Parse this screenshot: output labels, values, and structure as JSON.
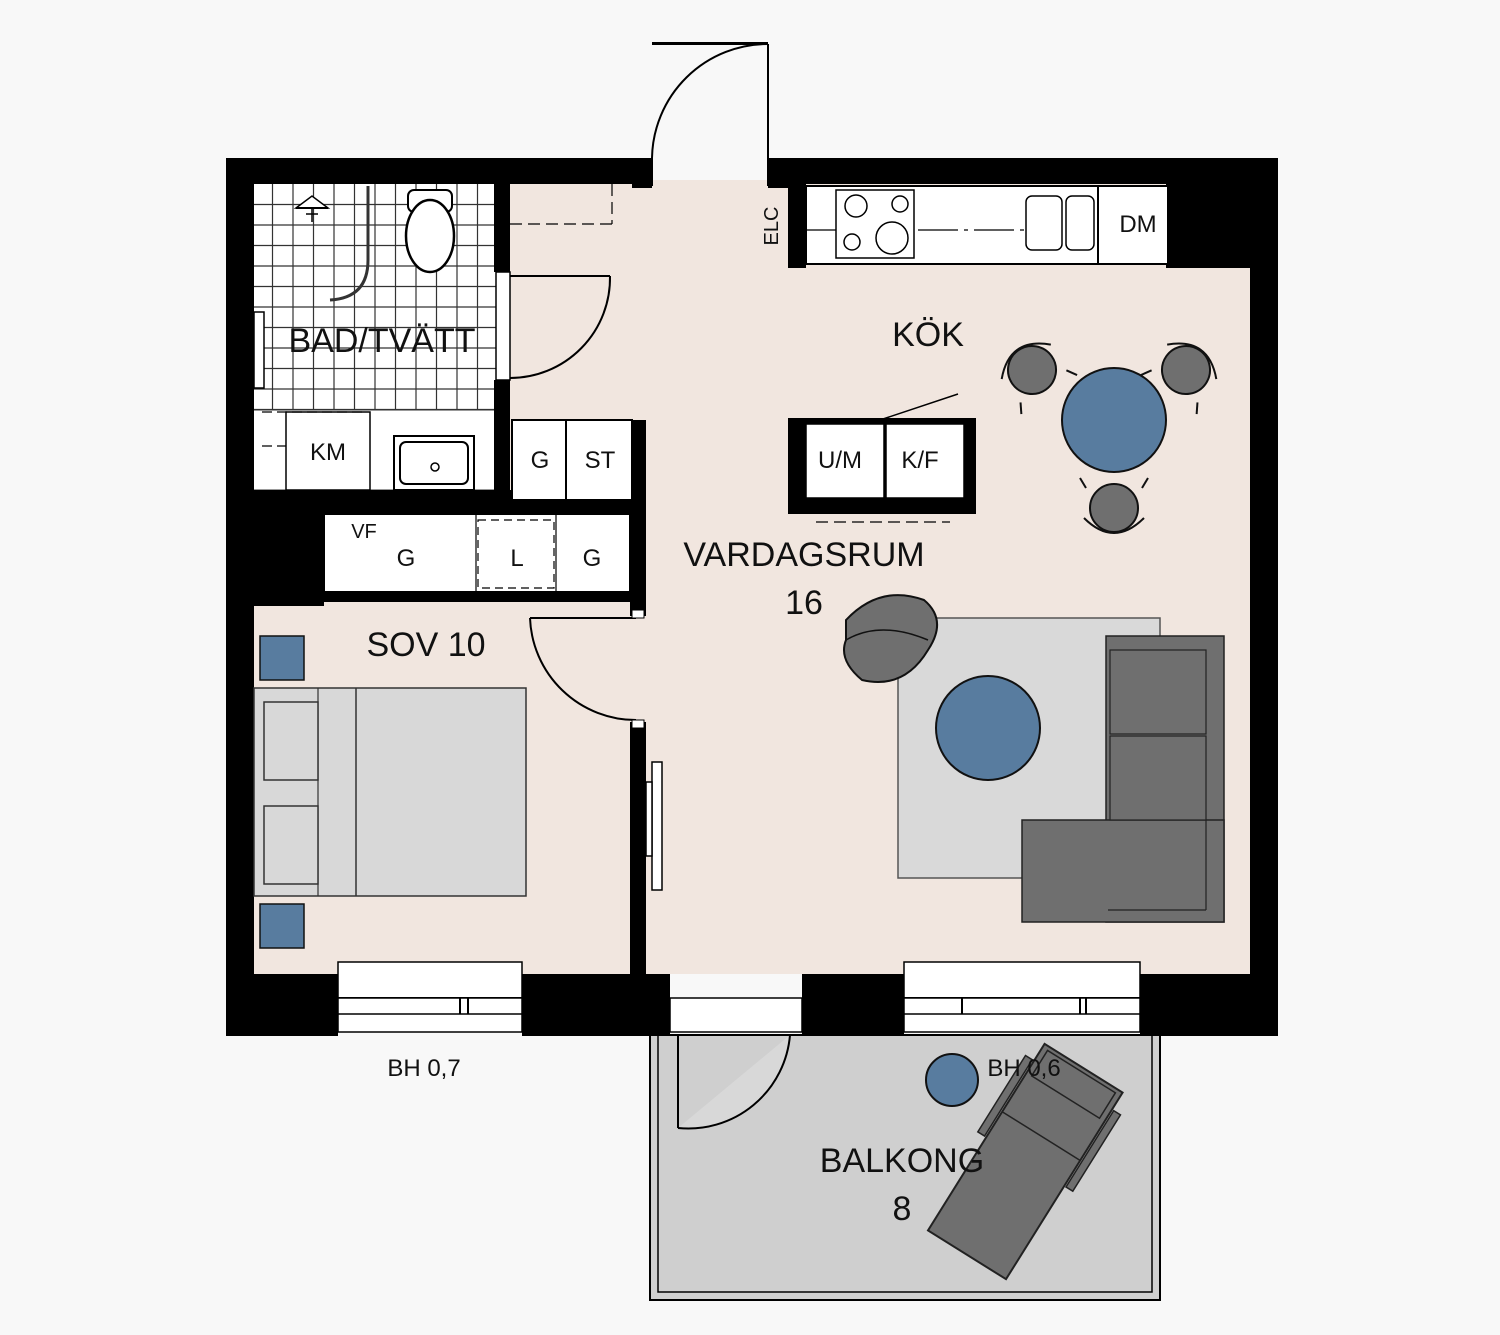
{
  "rooms": {
    "bath": "BAD/TVÄTT",
    "kitchen": "KÖK",
    "living": "VARDAGSRUM",
    "living_area": "16",
    "bedroom": "SOV 10",
    "balcony": "BALKONG",
    "balcony_area": "8"
  },
  "fixtures": {
    "km": "KM",
    "g": "G",
    "st": "ST",
    "vf": "VF",
    "l": "L",
    "um": "U/M",
    "kf": "K/F",
    "elc": "ELC",
    "dm": "DM"
  },
  "windows": {
    "bh_left": "BH 0,7",
    "bh_right": "BH 0,6"
  },
  "colors": {
    "floor": "#f1e6df",
    "wall": "#000000",
    "tile_floor": "#ffffff",
    "furniture_blue": "#587c9f",
    "furniture_dark": "#6f6f6f",
    "rug": "#d9d9d9",
    "balcony": "#cfcfcf"
  }
}
